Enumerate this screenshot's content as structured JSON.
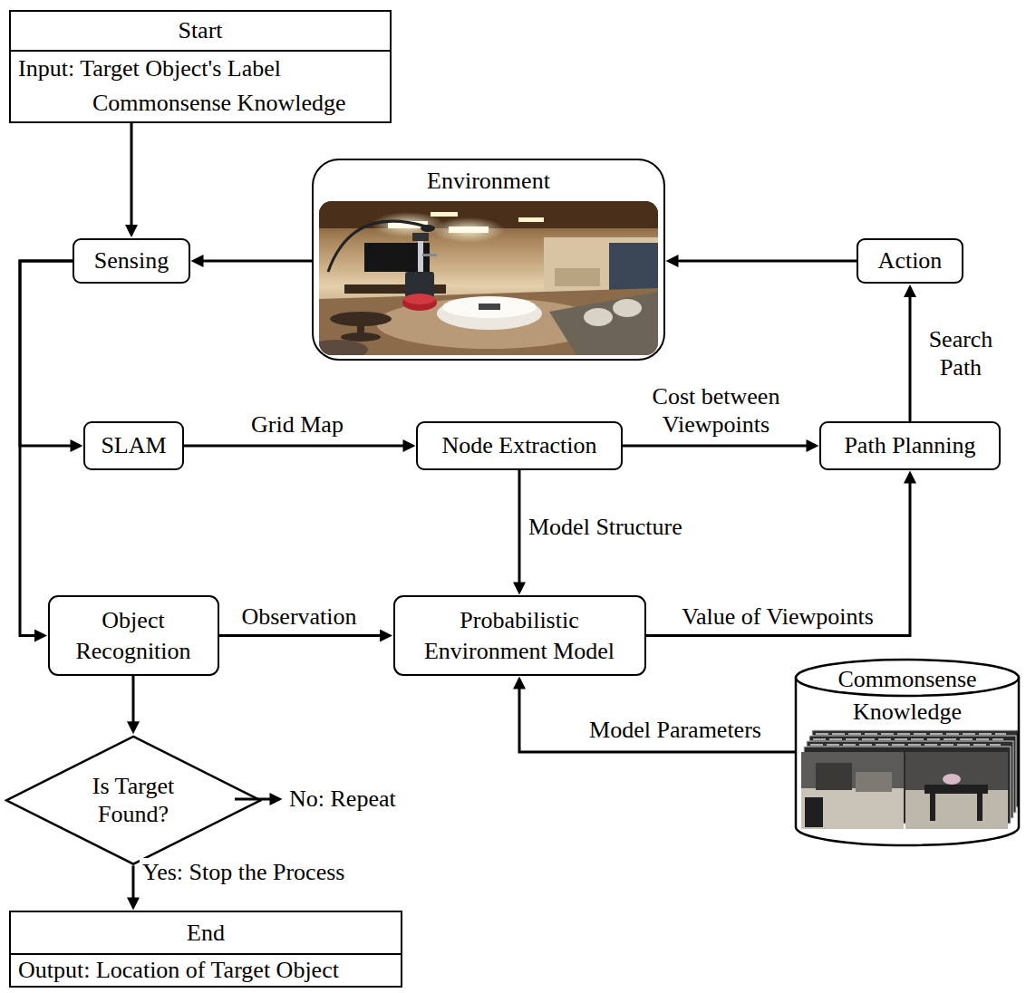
{
  "diagram": {
    "nodes": [
      {
        "text": [
          "Start",
          "Input: Target Object's Label Commonsense Knowledge"
        ]
      },
      {
        "text": [
          "Environment"
        ]
      },
      {
        "text": [
          "Sensing"
        ]
      },
      {
        "text": [
          "Action"
        ]
      },
      {
        "text": [
          "SLAM"
        ]
      },
      {
        "text": [
          "Node Extraction"
        ]
      },
      {
        "text": [
          "Path Planning"
        ]
      },
      {
        "text": [
          "Object Recognition"
        ]
      },
      {
        "text": [
          "Probabilistic Environment Model"
        ]
      },
      {
        "text": [
          "Commonsense Knowledge"
        ]
      },
      {
        "text": [
          "Is Target Found?"
        ]
      },
      {
        "text": [
          "End",
          "Output: Location of Target Object"
        ]
      }
    ],
    "edges": [
      {
        "from": 0,
        "to": 2,
        "arrow": "to"
      },
      {
        "from": 1,
        "to": 2,
        "arrow": "to"
      },
      {
        "from": 3,
        "to": 1,
        "arrow": "to"
      },
      {
        "from": 2,
        "to": 4,
        "arrow": "to"
      },
      {
        "from": 2,
        "to": 7,
        "arrow": "to"
      },
      {
        "from": 4,
        "to": 5,
        "label": "Grid Map",
        "arrow": "to"
      },
      {
        "from": 5,
        "to": 6,
        "label": "Cost between Viewpoints",
        "arrow": "to"
      },
      {
        "from": 5,
        "to": 8,
        "label": "Model Structure",
        "arrow": "to"
      },
      {
        "from": 7,
        "to": 8,
        "label": "Observation",
        "arrow": "to"
      },
      {
        "from": 8,
        "to": 6,
        "label": "Value of Viewpoints",
        "arrow": "to"
      },
      {
        "from": 9,
        "to": 8,
        "label": "Model Parameters",
        "arrow": "to"
      },
      {
        "from": 6,
        "to": 3,
        "label": "Search Path",
        "arrow": "to"
      },
      {
        "from": 7,
        "to": 10,
        "arrow": "to"
      },
      {
        "from": 10,
        "to": 11,
        "label": "Yes: Stop the Process",
        "arrow": "to"
      }
    ],
    "labels": [
      "No: Repeat"
    ]
  }
}
